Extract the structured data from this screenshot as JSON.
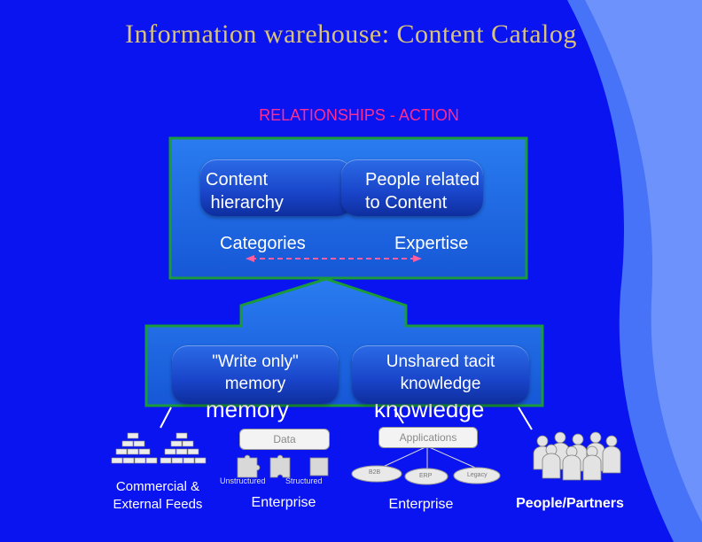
{
  "title": "Information warehouse: Content Catalog",
  "subtitle": "RELATIONSHIPS - ACTION",
  "top_box": {
    "pill_left": "Content\n hierarchy",
    "pill_right": "People related\nto Content",
    "label_left": "Categories",
    "label_right": "Expertise"
  },
  "lower_box": {
    "pill_left": "\"Write only\"\nmemory",
    "pill_right": "Unshared tacit\nknowledge",
    "overflow_left": "memory",
    "overflow_right": "knowledge"
  },
  "sources": {
    "commercial": "Commercial &\nExternal Feeds",
    "data_box": "Data",
    "unstructured": "Unstructured",
    "structured": "Structured",
    "enterprise_left": "Enterprise",
    "applications_box": "Applications",
    "b2b": "B2B",
    "erp": "ERP",
    "legacy": "Legacy",
    "enterprise_right": "Enterprise",
    "people": "People/Partners"
  },
  "colors": {
    "background": "#0a14f0",
    "title": "#d8c27a",
    "subtitle": "#ff2d8e",
    "box_fill": "#1f6fe8",
    "box_border": "#1a9a3a",
    "arrow_dash": "#ff5fa0"
  }
}
